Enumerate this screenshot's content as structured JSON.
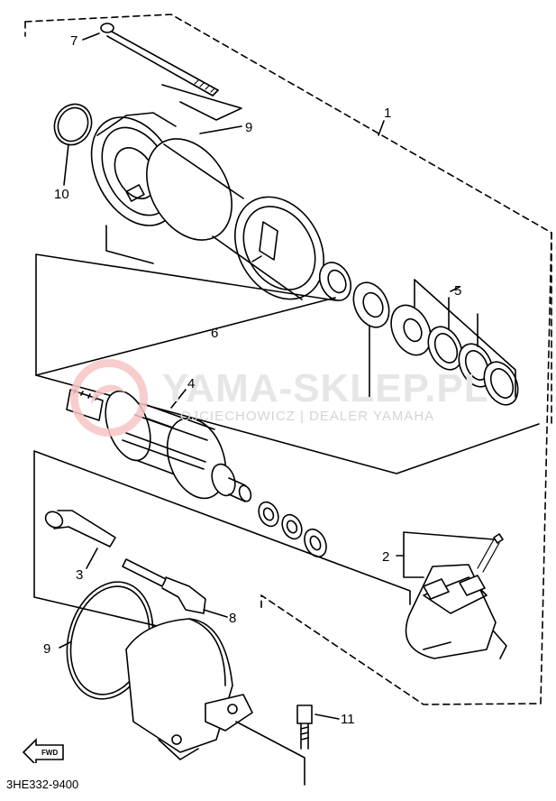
{
  "watermark": {
    "text": "YAMA-SKLEP.PL",
    "subtitle": "OJCIECHOWICZ | DEALER YAMAHA"
  },
  "callouts": {
    "c1": "1",
    "c2": "2",
    "c3": "3",
    "c4": "4",
    "c5": "5",
    "c6": "6",
    "c7": "7",
    "c8": "8",
    "c9a": "9",
    "c9b": "9",
    "c10": "10",
    "c11": "11"
  },
  "fwd_label": "FWD",
  "diagram_code": "3HE332-9400"
}
